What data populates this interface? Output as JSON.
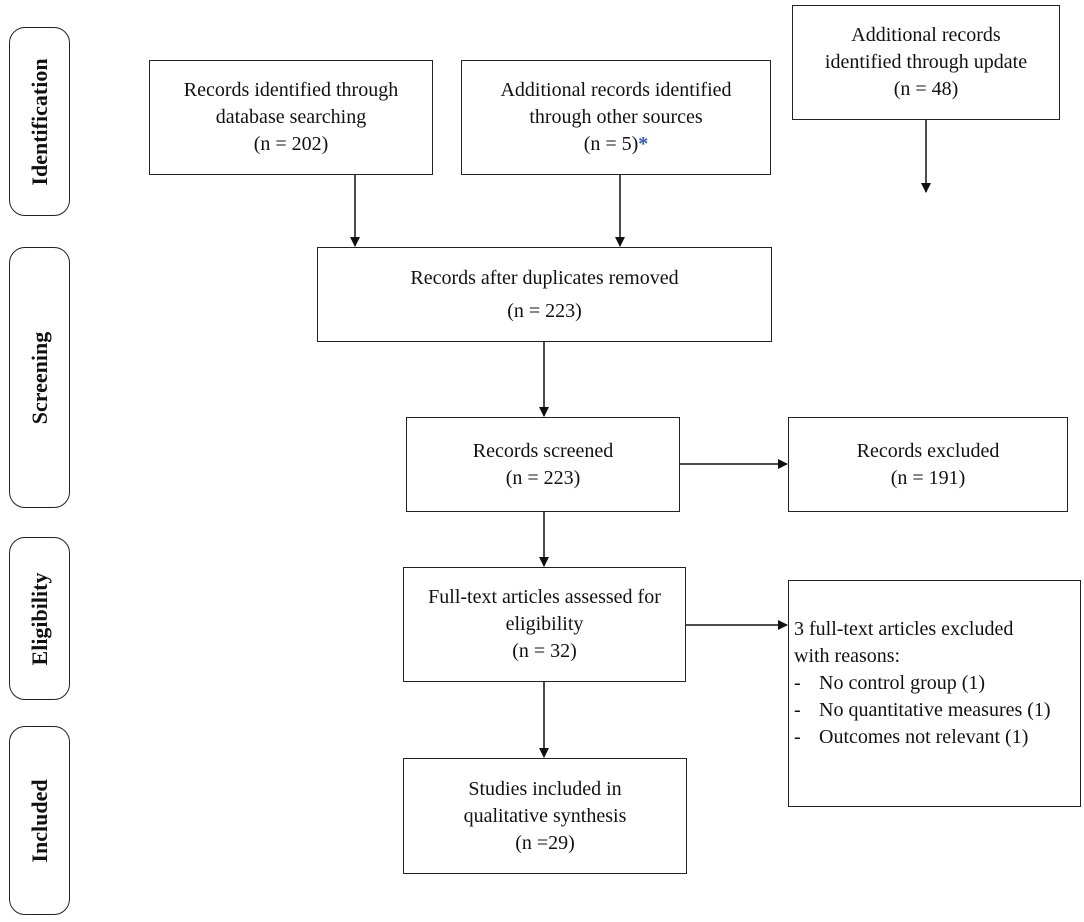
{
  "phases": {
    "identification": "Identification",
    "screening": "Screening",
    "eligibility": "Eligibility",
    "included": "Included"
  },
  "boxes": {
    "database": {
      "line1": "Records identified through",
      "line2": "database searching",
      "count": "(n = 202)"
    },
    "other_sources": {
      "line1": "Additional records identified",
      "line2": "through other sources",
      "count": "(n = 5)",
      "marker": "*"
    },
    "update": {
      "line1": "Additional records",
      "line2": "identified through update",
      "count": "(n = 48)"
    },
    "duplicates_removed": {
      "line1": "Records after duplicates removed",
      "count": "(n = 223)"
    },
    "screened": {
      "line1": "Records screened",
      "count": "(n = 223)"
    },
    "excluded": {
      "line1": "Records excluded",
      "count": "(n = 191)"
    },
    "full_text": {
      "line1": "Full-text articles assessed for",
      "line2": "eligibility",
      "count": "(n = 32)"
    },
    "full_text_excluded": {
      "line1": "3 full-text articles excluded",
      "line2": "with reasons:",
      "reasons": [
        "No control group (1)",
        "No quantitative measures (1)",
        "Outcomes not relevant (1)"
      ],
      "bullet": "-"
    },
    "included": {
      "line1": "Studies included in",
      "line2": "qualitative synthesis",
      "count": "(n =29)"
    }
  },
  "colors": {
    "line": "#111111",
    "asterisk": "#2a5db0"
  }
}
